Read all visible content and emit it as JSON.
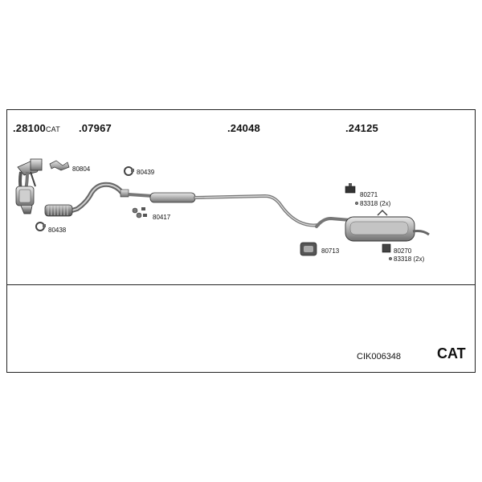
{
  "header": {
    "main_parts": [
      {
        "number": ".28100",
        "suffix": "CAT"
      },
      {
        "number": ".07967"
      },
      {
        "number": ".24048"
      },
      {
        "number": ".24125"
      }
    ]
  },
  "parts": {
    "clamp_80804": "80804",
    "clamp_80439": "80439",
    "clamp_80438": "80438",
    "bolt_80417": "80417",
    "rubber_80271": "80271",
    "bolt_83318_a": "83318 (2x)",
    "rubber_80713": "80713",
    "rubber_80270": "80270",
    "bolt_83318_b": "83318 (2x)"
  },
  "footer": {
    "kit_code": "CIK006348",
    "type_label": "CAT"
  }
}
